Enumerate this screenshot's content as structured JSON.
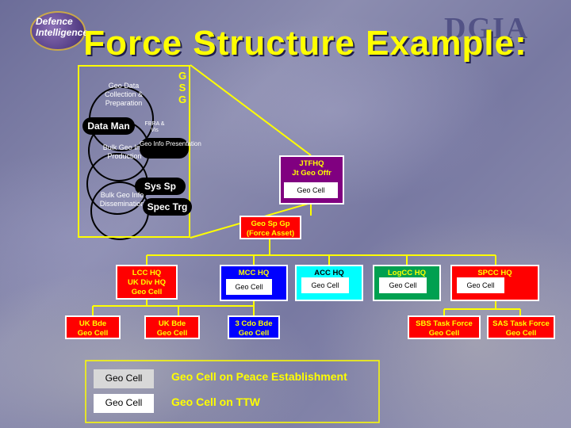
{
  "header": {
    "title": "Force Structure Example:",
    "logo_text": "Defence Intelligence",
    "agency_mark": "DGIA"
  },
  "geo_panel": {
    "side_label": "G\nS\nG",
    "collection": "Geo Data Collection & Preparation",
    "data_man": "Data Man",
    "fbra": "FBRA & Vis",
    "bulk_production": "Bulk Geo Info Production",
    "info_presentation": "Geo Info Presentation",
    "sys_sp": "Sys Sp",
    "bulk_dissemination": "Bulk Geo Info Dissemination",
    "spec_trg": "Spec Trg"
  },
  "nodes": {
    "jtfhq": {
      "line1": "JTFHQ",
      "line2": "Jt Geo Offr",
      "cell": "Geo Cell"
    },
    "geo_sp_gp": {
      "line1": "Geo Sp Gp",
      "line2": "(Force Asset)"
    },
    "lcc_hq": {
      "line1": "LCC HQ",
      "line2": "UK Div HQ",
      "line3": "Geo Cell"
    },
    "mcc_hq": {
      "label": "MCC HQ",
      "cell": "Geo Cell"
    },
    "acc_hq": {
      "label": "ACC HQ",
      "cell": "Geo Cell"
    },
    "logcc_hq": {
      "label": "LogCC HQ",
      "cell": "Geo Cell"
    },
    "spcc_hq": {
      "label": "SPCC HQ",
      "cell": "Geo Cell"
    },
    "uk_bde_1": {
      "line1": "UK Bde",
      "line2": "Geo Cell"
    },
    "uk_bde_2": {
      "line1": "UK Bde",
      "line2": "Geo Cell"
    },
    "cdo_bde": {
      "line1": "3 Cdo Bde",
      "line2": "Geo Cell"
    },
    "sbs_tf": {
      "line1": "SBS Task Force",
      "line2": "Geo Cell"
    },
    "sas_tf": {
      "line1": "SAS Task Force",
      "line2": "Geo Cell"
    }
  },
  "legend": {
    "items": [
      {
        "box_label": "Geo Cell",
        "text": "Geo Cell on Peace Establishment"
      },
      {
        "box_label": "Geo Cell",
        "text": "Geo Cell on TTW"
      }
    ]
  },
  "colors": {
    "title": "#ffff00",
    "red": "#ff0000",
    "jtfhq": "#800080",
    "maritime": "#0000ff",
    "air": "#00ffff",
    "logistics": "#00a050",
    "special": "#ff0000",
    "connector": "#ffff00"
  }
}
